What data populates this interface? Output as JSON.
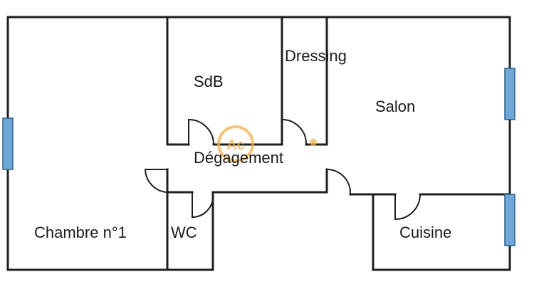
{
  "rooms": {
    "chambre": "Chambre n°1",
    "sdb": "SdB",
    "dressing": "Dressing",
    "salon": "Salon",
    "degagement": "Dégagement",
    "wc": "WC",
    "cuisine": "Cuisine"
  },
  "colors": {
    "wall": "#1f1f1f",
    "window_fill": "#6fa8d8",
    "window_stroke": "#2d5f87",
    "watermark": "#f2b24a",
    "background": "#ffffff"
  },
  "watermark": {
    "logo_text": "Ac"
  }
}
